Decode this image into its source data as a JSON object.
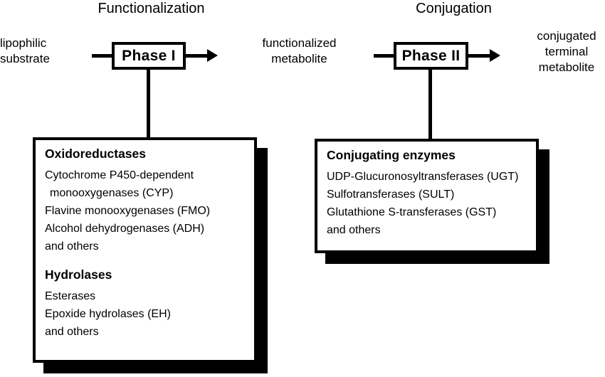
{
  "diagram": {
    "sections": [
      {
        "id": "functionalization",
        "title": "Functionalization"
      },
      {
        "id": "conjugation",
        "title": "Conjugation"
      }
    ],
    "io_labels": {
      "input": "lipophilic\nsubstrate",
      "intermediate": "functionalized\nmetabolite",
      "output": "conjugated\nterminal\nmetabolite"
    },
    "phase_boxes": [
      {
        "id": "phase-1",
        "label": "Phase I"
      },
      {
        "id": "phase-2",
        "label": "Phase II"
      }
    ],
    "panels": [
      {
        "id": "panel-phase-1",
        "groups": [
          {
            "heading": "Oxidoreductases",
            "items": [
              "Cytochrome P450-dependent",
              "monooxygenases (CYP)",
              "Flavine monooxygenases (FMO)",
              "Alcohol dehydrogenases (ADH)",
              "and others"
            ]
          },
          {
            "heading": "Hydrolases",
            "items": [
              "Esterases",
              "Epoxide hydrolases (EH)",
              "and others"
            ]
          }
        ]
      },
      {
        "id": "panel-phase-2",
        "groups": [
          {
            "heading": "Conjugating enzymes",
            "items": [
              "UDP-Glucuronosyltransferases (UGT)",
              "Sulfotransferases (SULT)",
              "Glutathione S-transferases (GST)",
              "and others"
            ]
          }
        ]
      }
    ],
    "colors": {
      "ink": "#000000",
      "background": "#ffffff"
    }
  }
}
